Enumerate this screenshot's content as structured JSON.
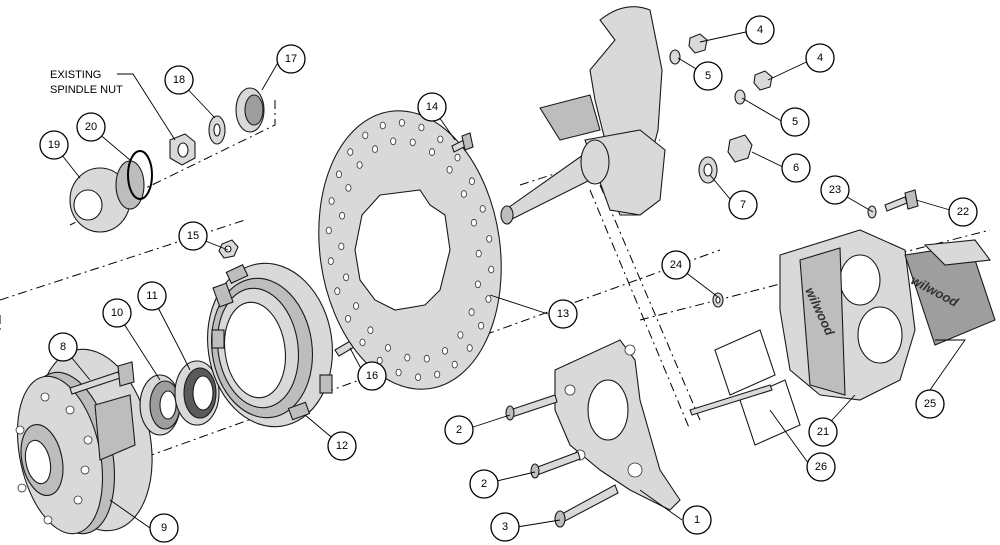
{
  "note": {
    "line1": "EXISTING",
    "line2": "SPINDLE NUT"
  },
  "brand": {
    "caliper": "wilwood",
    "pad": "wilwood"
  },
  "callouts": {
    "c1": "1",
    "c2a": "2",
    "c2b": "2",
    "c3": "3",
    "c4a": "4",
    "c4b": "4",
    "c5a": "5",
    "c5b": "5",
    "c6": "6",
    "c7": "7",
    "c8": "8",
    "c9": "9",
    "c10": "10",
    "c11": "11",
    "c12": "12",
    "c13": "13",
    "c14": "14",
    "c15": "15",
    "c16": "16",
    "c17": "17",
    "c18": "18",
    "c19": "19",
    "c20": "20",
    "c21": "21",
    "c22": "22",
    "c23": "23",
    "c24": "24",
    "c25": "25",
    "c26": "26"
  }
}
